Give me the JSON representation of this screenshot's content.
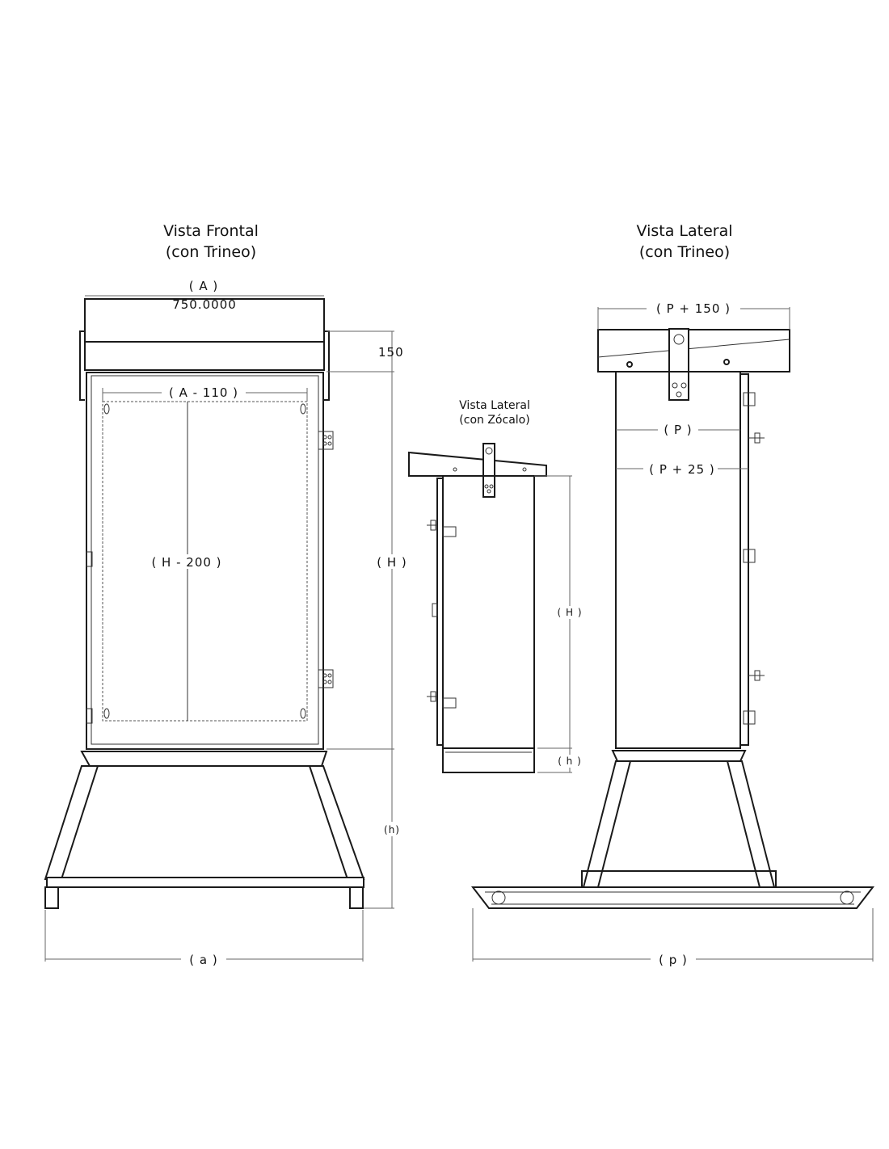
{
  "views": {
    "front": {
      "title_line1": "Vista Frontal",
      "title_line2": "(con Trineo)"
    },
    "side_sled": {
      "title_line1": "Vista Lateral",
      "title_line2": "(con Trineo)"
    },
    "side_plinth": {
      "title_line1": "Vista Lateral",
      "title_line2": "(con Zócalo)"
    }
  },
  "dimensions": {
    "front": {
      "width": "( A )",
      "width_value": "750.0000",
      "roof_height": "150",
      "inner_width": "( A - 110 )",
      "inner_height": "( H - 200 )",
      "height": "( H )",
      "base_height": "(h)",
      "base_width": "( a )"
    },
    "side_sled": {
      "roof_depth": "( P + 150 )",
      "depth": "( P )",
      "depth_door": "( P + 25 )",
      "base_depth": "( p )"
    },
    "side_plinth": {
      "height": "( H )",
      "plinth_height": "( h )"
    }
  }
}
